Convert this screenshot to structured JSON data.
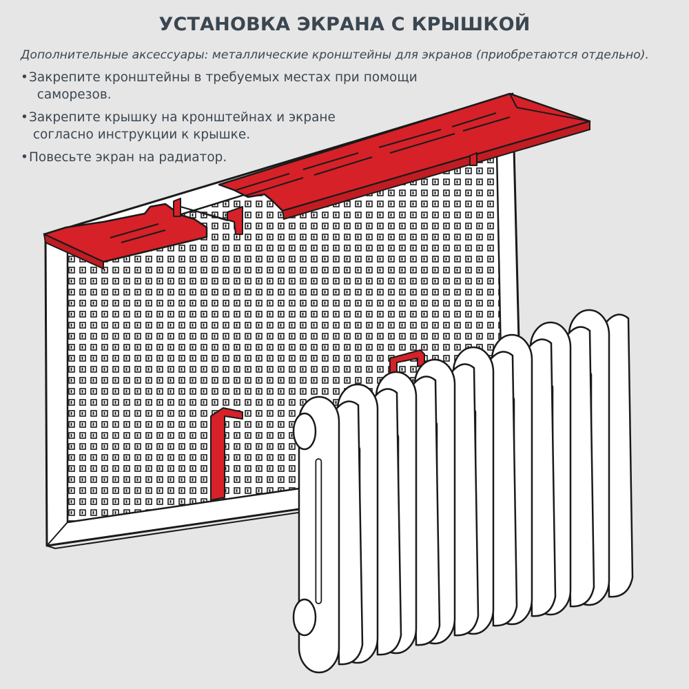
{
  "title": "УСТАНОВКА ЭКРАНА С КРЫШКОЙ",
  "note": "Дополнительные аксессуары: металлические кронштейны для экранов (приобретаются отдельно).",
  "steps": [
    {
      "line1": "Закрепите кронштейны в требуемых местах при помощи",
      "line2": "  саморезов."
    },
    {
      "line1": "Закрепите крышку на кронштейнах и экране",
      "line2": " согласно инструкции к крышке."
    },
    {
      "line1": "Повесьте экран на радиатор.",
      "line2": ""
    }
  ],
  "colors": {
    "accent_red": "#d62128",
    "outline": "#1a1a1a",
    "screen_white": "#ffffff",
    "background": "#e6e6e6",
    "text": "#3b4650"
  },
  "radiator_sections": 8
}
